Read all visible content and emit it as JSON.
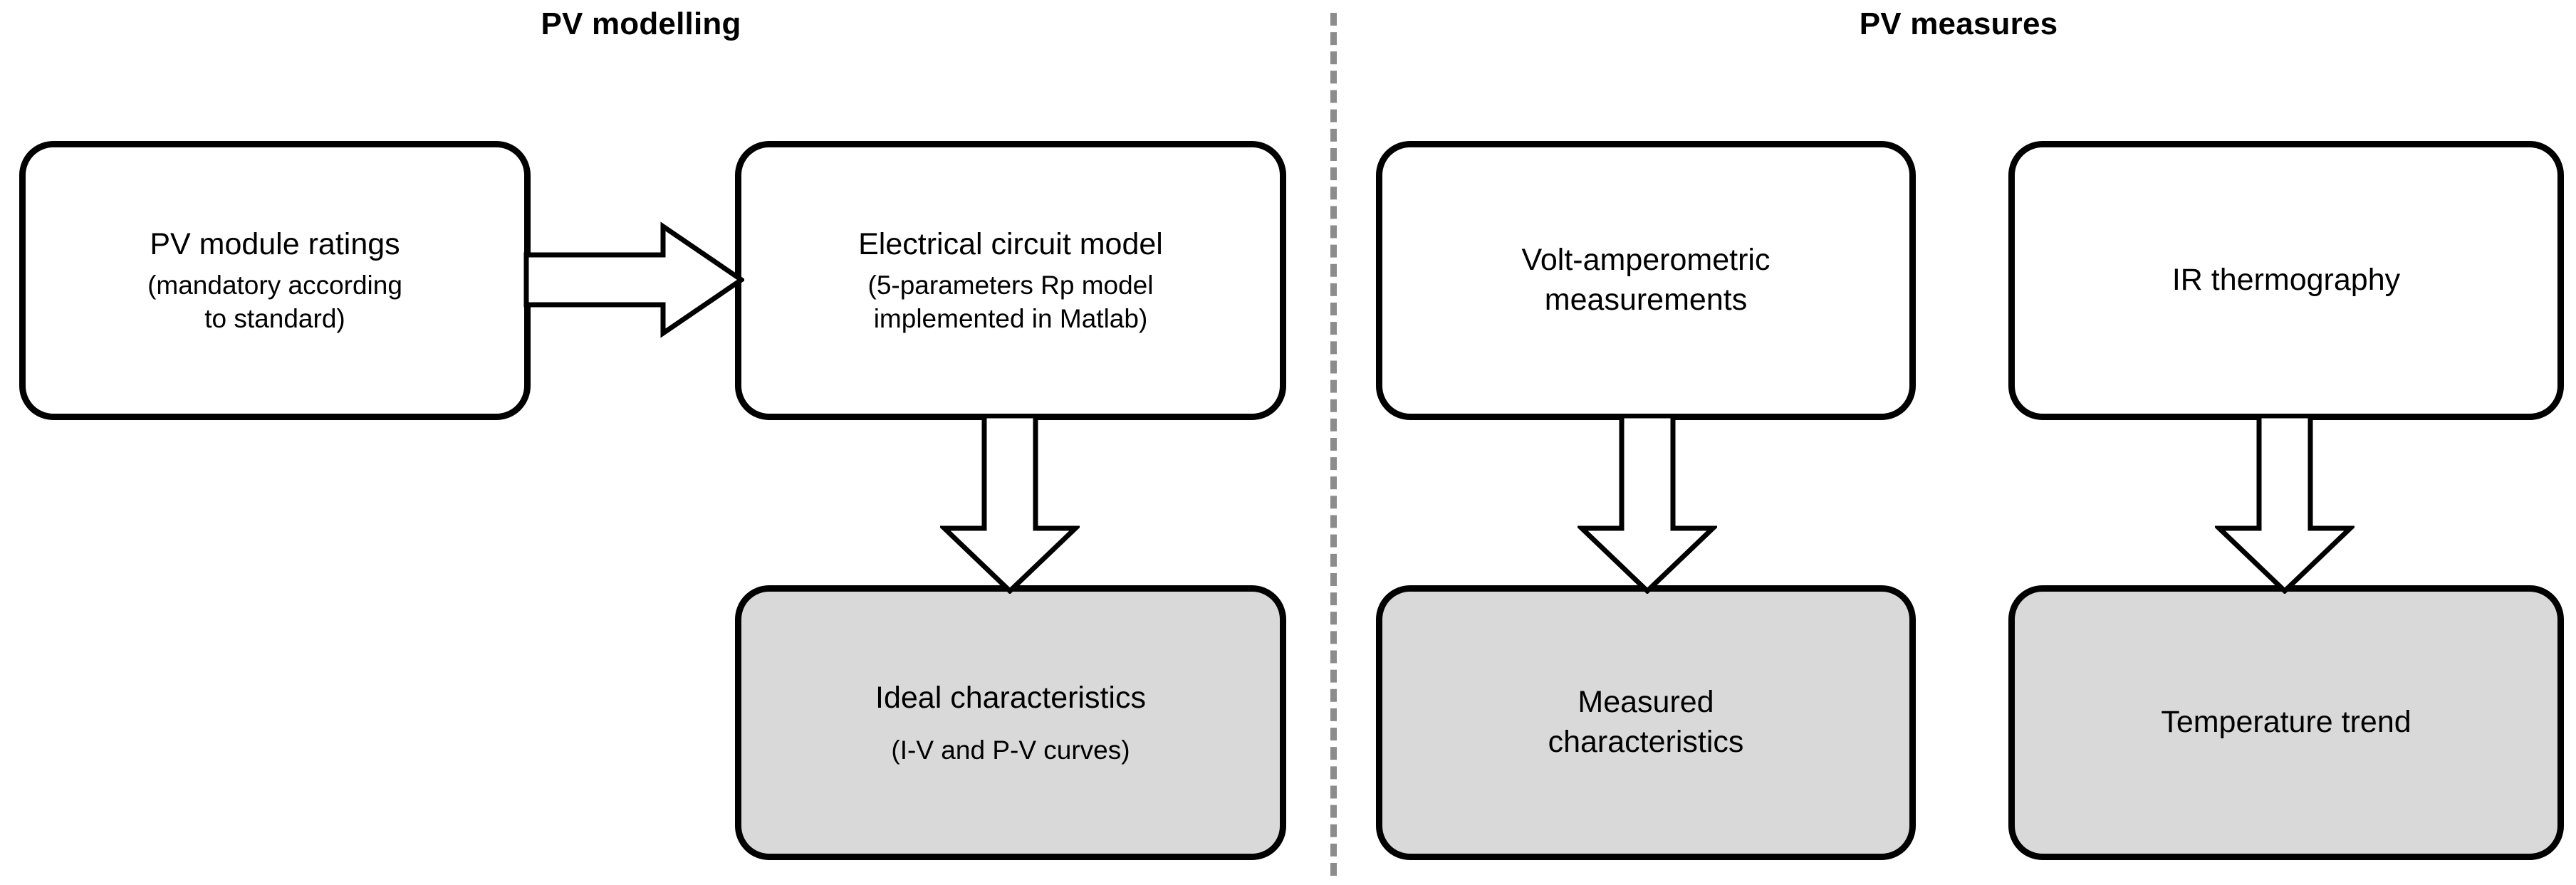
{
  "diagram": {
    "title_left": "PV modelling",
    "title_right": "PV measures",
    "colors": {
      "stroke": "#000000",
      "result_fill": "#d9d9d9",
      "divider": "#8c8c8c",
      "background": "#ffffff"
    },
    "nodes": [
      {
        "id": "pv-module-ratings",
        "main": "PV module ratings",
        "sub": "(mandatory according\nto standard)",
        "style": "outline"
      },
      {
        "id": "electrical-circuit-model",
        "main": "Electrical circuit model",
        "sub": "(5-parameters Rp model\nimplemented in Matlab)",
        "style": "outline"
      },
      {
        "id": "volt-amperometric-measurements",
        "main": "Volt-amperometric\nmeasurements",
        "sub": "",
        "style": "outline"
      },
      {
        "id": "ir-thermography",
        "main": "IR thermography",
        "sub": "",
        "style": "outline"
      },
      {
        "id": "ideal-characteristics",
        "main": "Ideal characteristics",
        "sub": "(I-V and P-V curves)",
        "style": "filled"
      },
      {
        "id": "measured-characteristics",
        "main": "Measured\ncharacteristics",
        "sub": "",
        "style": "filled"
      },
      {
        "id": "temperature-trend",
        "main": "Temperature trend",
        "sub": "",
        "style": "filled"
      }
    ],
    "edges": [
      {
        "id": "ratings-to-circuit",
        "from": "pv-module-ratings",
        "to": "electrical-circuit-model",
        "direction": "right"
      },
      {
        "id": "circuit-to-ideal",
        "from": "electrical-circuit-model",
        "to": "ideal-characteristics",
        "direction": "down"
      },
      {
        "id": "voltamp-to-measured",
        "from": "volt-amperometric-measurements",
        "to": "measured-characteristics",
        "direction": "down"
      },
      {
        "id": "ir-to-temperature",
        "from": "ir-thermography",
        "to": "temperature-trend",
        "direction": "down"
      }
    ]
  }
}
